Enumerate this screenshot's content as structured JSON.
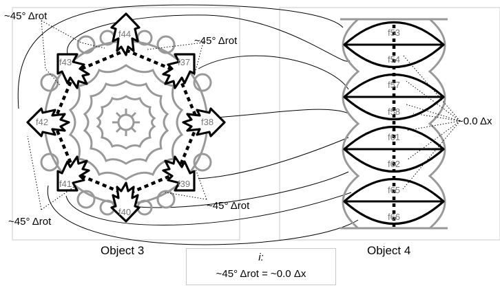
{
  "objects": [
    {
      "caption": "Object 3"
    },
    {
      "caption": "Object 4"
    }
  ],
  "object3_labels": [
    "f44",
    "f37",
    "f38",
    "f39",
    "f40",
    "f41",
    "f42",
    "f43"
  ],
  "object4_labels": [
    "f53",
    "f54",
    "f57",
    "f58",
    "f61",
    "f62",
    "f65",
    "f66"
  ],
  "annotations": {
    "rot_top_left": "~45° Δrot",
    "rot_top_right": "~45° Δrot",
    "rot_bottom_right": "~45° Δrot",
    "rot_bottom_left": "~45° Δrot",
    "dx_right": "~0.0 Δx"
  },
  "legend": {
    "title": "i:",
    "equation": "~45° Δrot = ~0.0 Δx"
  }
}
